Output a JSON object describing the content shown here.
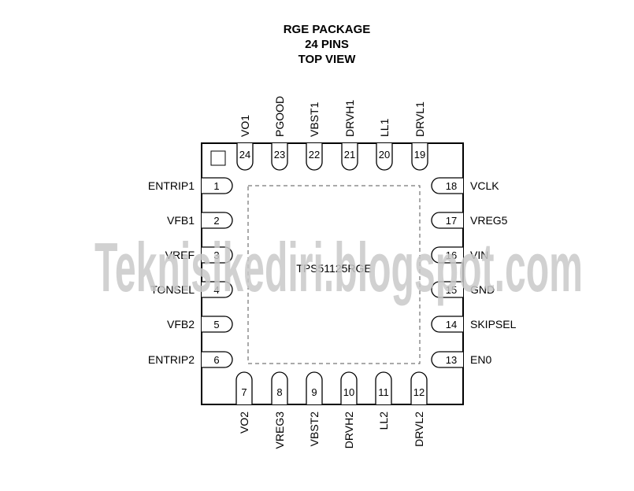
{
  "title_lines": [
    "RGE PACKAGE",
    "24 PINS",
    "TOP VIEW"
  ],
  "part_number": "TPS51125RGE",
  "watermark": "Teknisikediri.blogspot.com",
  "pins": {
    "left": [
      {
        "num": "1",
        "name": "ENTRIP1"
      },
      {
        "num": "2",
        "name": "VFB1"
      },
      {
        "num": "3",
        "name": "VREF"
      },
      {
        "num": "4",
        "name": "TONSEL"
      },
      {
        "num": "5",
        "name": "VFB2"
      },
      {
        "num": "6",
        "name": "ENTRIP2"
      }
    ],
    "bottom": [
      {
        "num": "7",
        "name": "VO2"
      },
      {
        "num": "8",
        "name": "VREG3"
      },
      {
        "num": "9",
        "name": "VBST2"
      },
      {
        "num": "10",
        "name": "DRVH2"
      },
      {
        "num": "11",
        "name": "LL2"
      },
      {
        "num": "12",
        "name": "DRVL2"
      }
    ],
    "right": [
      {
        "num": "13",
        "name": "EN0"
      },
      {
        "num": "14",
        "name": "SKIPSEL"
      },
      {
        "num": "15",
        "name": "GND"
      },
      {
        "num": "16",
        "name": "VIN"
      },
      {
        "num": "17",
        "name": "VREG5"
      },
      {
        "num": "18",
        "name": "VCLK"
      }
    ],
    "top": [
      {
        "num": "19",
        "name": "DRVL1"
      },
      {
        "num": "20",
        "name": "LL1"
      },
      {
        "num": "21",
        "name": "DRVH1"
      },
      {
        "num": "22",
        "name": "VBST1"
      },
      {
        "num": "23",
        "name": "PGOOD"
      },
      {
        "num": "24",
        "name": "VO1"
      }
    ]
  }
}
